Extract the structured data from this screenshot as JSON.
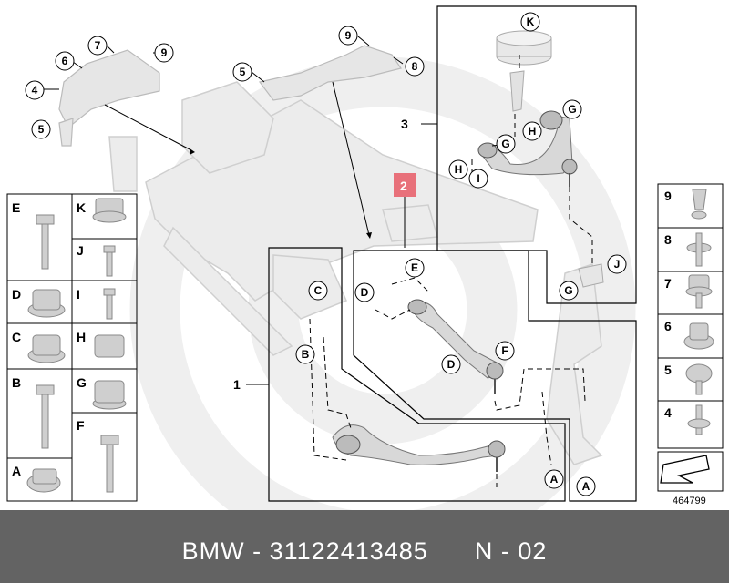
{
  "callouts": {
    "n1": "1",
    "n2": "2",
    "n3": "3",
    "n4": "4",
    "n5": "5",
    "n6": "6",
    "n7": "7",
    "n8": "8",
    "n9": "9",
    "A": "A",
    "B": "B",
    "C": "C",
    "D": "D",
    "E": "E",
    "F": "F",
    "G": "G",
    "H": "H",
    "I": "I",
    "J": "J",
    "K": "K"
  },
  "left_legend": [
    {
      "label": "E"
    },
    {
      "label": "K"
    },
    {
      "label": "J"
    },
    {
      "label": "D"
    },
    {
      "label": "I"
    },
    {
      "label": "C"
    },
    {
      "label": "H"
    },
    {
      "label": "B"
    },
    {
      "label": "G"
    },
    {
      "label": "F"
    },
    {
      "label": "A"
    }
  ],
  "right_legend": [
    {
      "label": "9"
    },
    {
      "label": "8"
    },
    {
      "label": "7"
    },
    {
      "label": "6"
    },
    {
      "label": "5"
    },
    {
      "label": "4"
    }
  ],
  "image_number": "464799",
  "footer": {
    "brand": "BMW",
    "part_number": "31122413485",
    "page": "N - 02"
  },
  "colors": {
    "footer_bg": "#636363",
    "highlight": "#e8707a",
    "watermark": "#f0f0f0"
  }
}
